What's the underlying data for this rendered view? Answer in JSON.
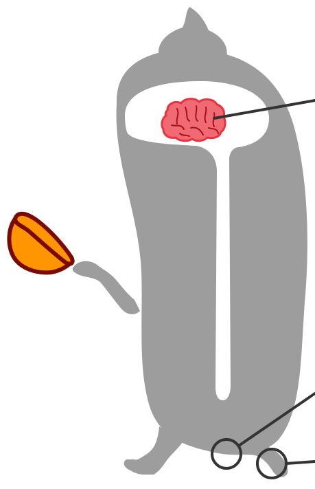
{
  "illustration": {
    "colors": {
      "body": "#9d9d9d",
      "cavity": "#ffffff",
      "brain_fill": "#f06a73",
      "brain_outline": "#e8323f",
      "brain_detail": "#a8101c",
      "cup_fill": "#ff9500",
      "cup_outline": "#7a0a00",
      "pointer_line": "#333333",
      "background": "#ffffff"
    },
    "parts": {
      "figure": "grey-bean-figure",
      "cavity": "spinal-cavity",
      "brain": "brain-icon",
      "cup": "orange-cup-icon",
      "callouts": [
        "brain-callout",
        "knee-callout",
        "ankle-callout"
      ]
    }
  }
}
